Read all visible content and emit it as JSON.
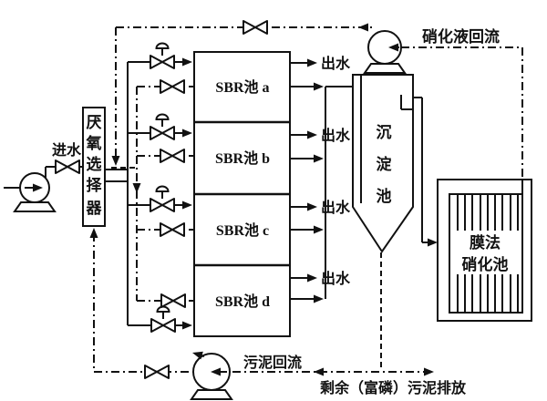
{
  "diagram_type": "wastewater-treatment-process-flow",
  "colors": {
    "line": "#111111",
    "background": "#ffffff"
  },
  "labels": {
    "influent": "进水",
    "effluent": "出水",
    "nitrified_return": "硝化液回流",
    "sludge_return": "污泥回流",
    "excess_discharge": "剩余（富磷）污泥排放"
  },
  "units": {
    "selector": {
      "name": "厌氧选择器",
      "chars": [
        "厌",
        "氧",
        "选",
        "择",
        "器"
      ]
    },
    "tanks": [
      {
        "label": "SBR池 a"
      },
      {
        "label": "SBR池 b"
      },
      {
        "label": "SBR池 c"
      },
      {
        "label": "SBR池 d"
      }
    ],
    "clarifier": {
      "name": "沉淀池",
      "chars": [
        "沉",
        "淀",
        "池"
      ]
    },
    "membrane": {
      "name": "膜法硝化池",
      "line1": "膜法",
      "line2": "硝化池"
    }
  },
  "equipment": {
    "pumps": [
      "influent-pump",
      "nitrified-return-pump",
      "sludge-return-pump"
    ],
    "valves": [
      "influent-valve",
      "top-return-valve",
      "sludge-return-valve",
      "feed-valve-a",
      "feed-valve-b",
      "feed-valve-c",
      "feed-valve-d",
      "return-valve-a",
      "return-valve-b",
      "return-valve-c",
      "return-valve-d"
    ]
  }
}
